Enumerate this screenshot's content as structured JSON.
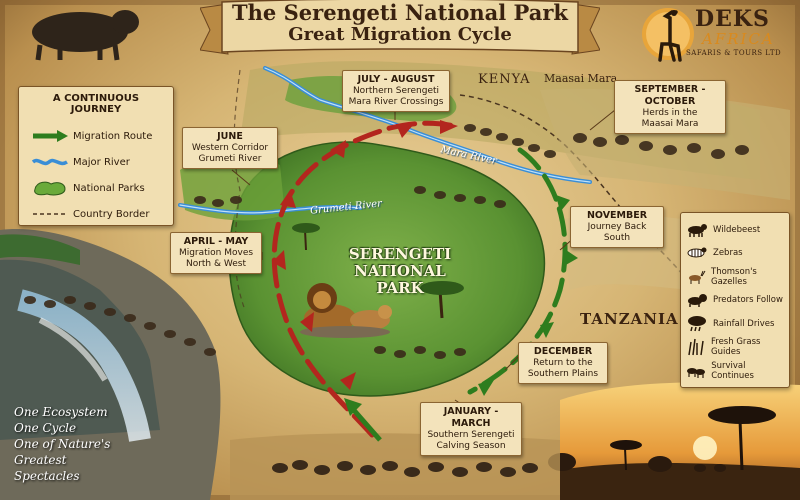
{
  "title": {
    "line1": "The Serengeti National Park",
    "line2": "Great Migration Cycle"
  },
  "logo": {
    "name": "DEKS",
    "sub": "AFRICA",
    "tagline": "SAFARIS & TOURS LTD",
    "icon": "giraffe-icon"
  },
  "legend": {
    "title": "A CONTINUOUS JOURNEY",
    "items": [
      {
        "label": "Migration Route",
        "icon": "green-arrow",
        "color": "#2e7d1e"
      },
      {
        "label": "Major River",
        "icon": "wavy-blue-line",
        "color": "#3a8ed6"
      },
      {
        "label": "National Parks",
        "icon": "green-area",
        "color": "#6aaa3a"
      },
      {
        "label": "Country Border",
        "icon": "dashed-line",
        "color": "#4a3520"
      }
    ]
  },
  "places": {
    "kenya": "KENYA",
    "tanzania": "TANZANIA",
    "maasai_mara": "Maasai Mara",
    "park": "SERENGETI NATIONAL PARK",
    "mara_river": "Mara River",
    "grumeti_river": "Grumeti River"
  },
  "stages": [
    {
      "id": "jan-mar",
      "period": "JANUARY - MARCH",
      "line1": "Southern Serengeti",
      "line2": "Calving Season"
    },
    {
      "id": "apr-may",
      "period": "APRIL - MAY",
      "line1": "Migration Moves",
      "line2": "North & West"
    },
    {
      "id": "jun",
      "period": "JUNE",
      "line1": "Western Corridor",
      "line2": "Grumeti River"
    },
    {
      "id": "jul-aug",
      "period": "JULY - AUGUST",
      "line1": "Northern Serengeti",
      "line2": "Mara River Crossings"
    },
    {
      "id": "sep-oct",
      "period": "SEPTEMBER - OCTOBER",
      "line1": "Herds in the",
      "line2": "Maasai Mara"
    },
    {
      "id": "nov",
      "period": "NOVEMBER",
      "line1": "Journey Back South",
      "line2": ""
    },
    {
      "id": "dec",
      "period": "DECEMBER",
      "line1": "Return to the",
      "line2": "Southern Plains"
    }
  ],
  "species": [
    {
      "label": "Wildebeest",
      "icon": "wildebeest-icon"
    },
    {
      "label": "Zebras",
      "icon": "zebra-icon"
    },
    {
      "label": "Thomson's Gazelles",
      "icon": "gazelle-icon"
    },
    {
      "label": "Predators Follow",
      "icon": "lion-icon"
    },
    {
      "label": "Rainfall Drives",
      "icon": "rain-cloud-icon"
    },
    {
      "label": "Fresh Grass Guides",
      "icon": "grass-icon"
    },
    {
      "label": "Survival Continues",
      "icon": "herd-icon"
    }
  ],
  "tagline": {
    "line1": "One Ecosystem",
    "line2": "One Cycle",
    "line3": "One of Nature's",
    "line4": "Greatest Spectacles"
  },
  "colors": {
    "route_red": "#b3261e",
    "route_green": "#2e7d1e",
    "river": "#3a8ed6",
    "parchment": "#f1dfb2",
    "ink": "#2c1a0a"
  }
}
